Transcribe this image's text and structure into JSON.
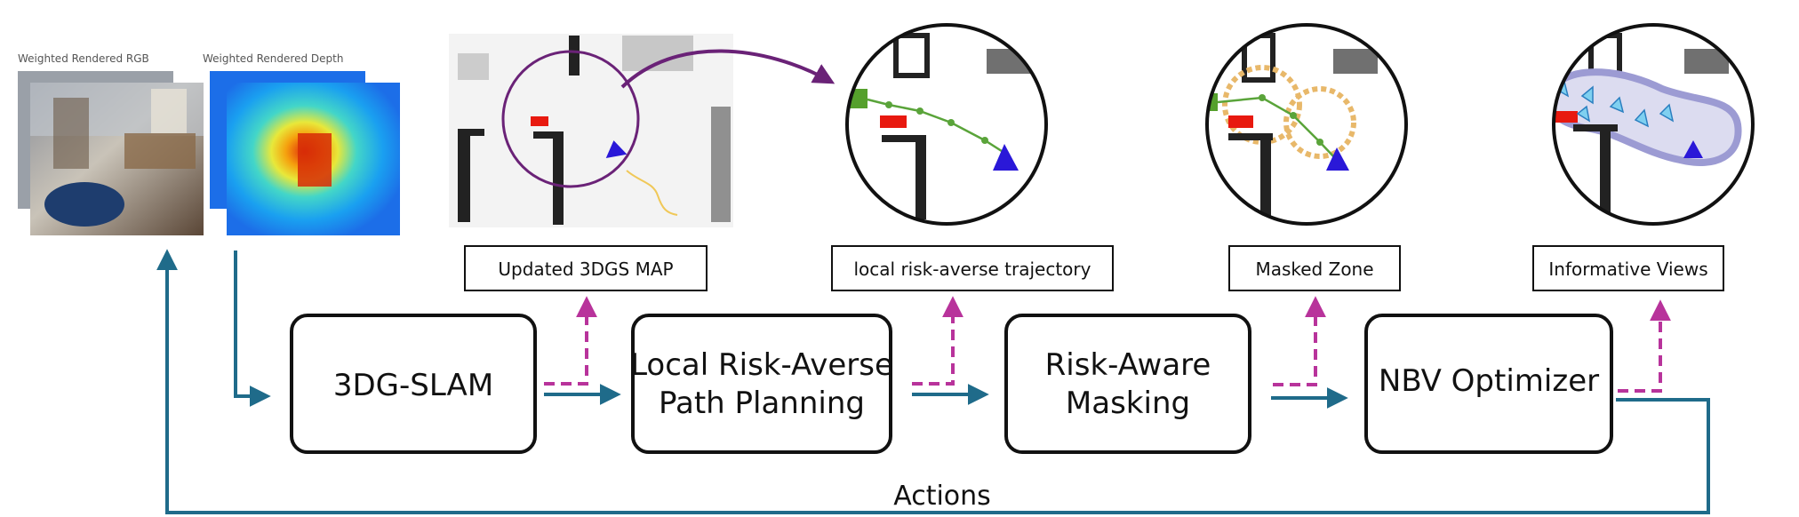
{
  "thumbnails": {
    "rgb_caption": "Weighted Rendered RGB",
    "depth_caption": "Weighted Rendered Depth"
  },
  "modules": [
    {
      "line1": "3DG-SLAM",
      "line2": ""
    },
    {
      "line1": "Local Risk-Averse",
      "line2": "Path Planning"
    },
    {
      "line1": "Risk-Aware",
      "line2": "Masking"
    },
    {
      "line1": "NBV Optimizer",
      "line2": ""
    }
  ],
  "outputs": [
    "Updated 3DGS MAP",
    "local risk-averse trajectory",
    "Masked Zone",
    "Informative Views"
  ],
  "feedback_label": "Actions",
  "colors": {
    "flow_arrow": "#1f6b8a",
    "output_arrow": "#b8339b",
    "zoom_circle": "#6a2277",
    "robot": "#2a18d8",
    "goal_marker": "#55a02c",
    "obstacle": "#e8190f",
    "path": "#5aa43a",
    "mask_zone": "#e8b86a",
    "views_zone": "#9c9bd3"
  },
  "icons": [
    "robot-triangle-icon",
    "goal-square-icon",
    "obstacle-rect-icon",
    "camera-view-icon"
  ]
}
